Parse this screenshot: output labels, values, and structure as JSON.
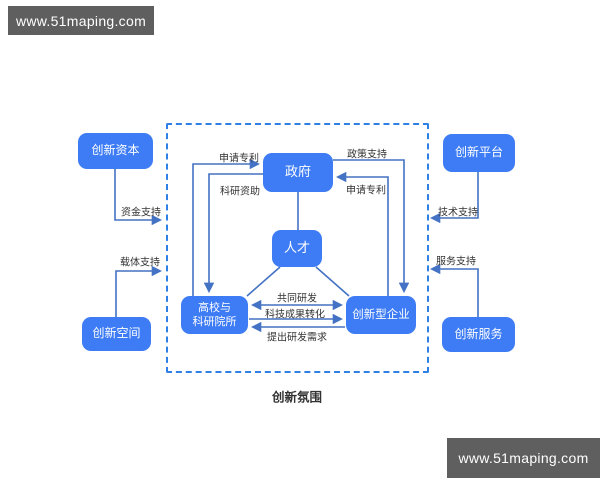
{
  "watermark_top": "www.51maping.com",
  "watermark_bottom": "www.51maping.com",
  "zone": {
    "label": "创新氛围"
  },
  "nodes": {
    "capital": "创新资本",
    "space": "创新空间",
    "platform": "创新平台",
    "service": "创新服务",
    "government": "政府",
    "talent": "人才",
    "university_line1": "高校与",
    "university_line2": "科研院所",
    "enterprise": "创新型企业"
  },
  "edge_labels": {
    "apply_patent_left": "申请专利",
    "research_funding": "科研资助",
    "policy_support": "政策支持",
    "apply_patent_right": "申请专利",
    "funding_support": "资金支持",
    "carrier_support": "载体支持",
    "tech_support": "技术支持",
    "service_support": "服务支持",
    "joint_rd": "共同研发",
    "achievement_transform": "科技成果转化",
    "rd_demand": "提出研发需求"
  },
  "colors": {
    "node_fill": "#3d7cf4",
    "edge_stroke": "#4472c4",
    "zone_border": "#2e80e4",
    "watermark_bg": "#5f5f5f",
    "label_text": "#333333"
  }
}
